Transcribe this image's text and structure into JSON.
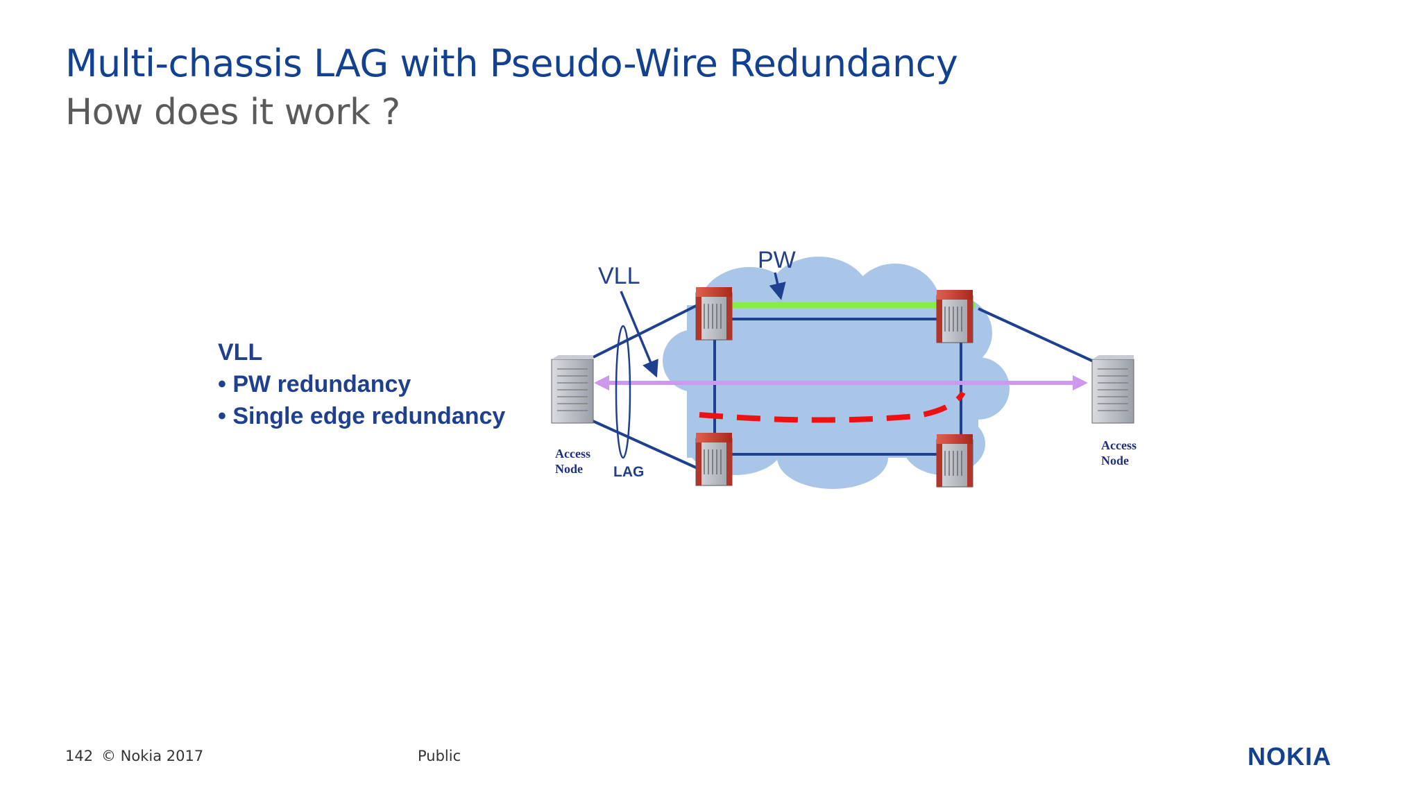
{
  "slide": {
    "title": "Multi-chassis LAG with Pseudo-Wire Redundancy",
    "subtitle": "How does it work ?"
  },
  "bullets": {
    "heading": "VLL",
    "items": [
      "• PW redundancy",
      "• Single edge redundancy"
    ]
  },
  "diagram": {
    "labels": {
      "pw": "PW",
      "vll": "VLL",
      "lag": "LAG",
      "access_node_left_line1": "Access",
      "access_node_left_line2": "Node",
      "access_node_right_line1": "Access",
      "access_node_right_line2": "Node"
    },
    "colors": {
      "cloud": "#a9c6e8",
      "links": "#1f3f8f",
      "active_pw": "#88ee44",
      "standby_pw": "#ee1111",
      "vll": "#cc99ee",
      "router": "#c0392b"
    }
  },
  "footer": {
    "page_number": "142",
    "copyright": "© Nokia 2017",
    "classification": "Public",
    "logo_text": "NOKIA"
  }
}
